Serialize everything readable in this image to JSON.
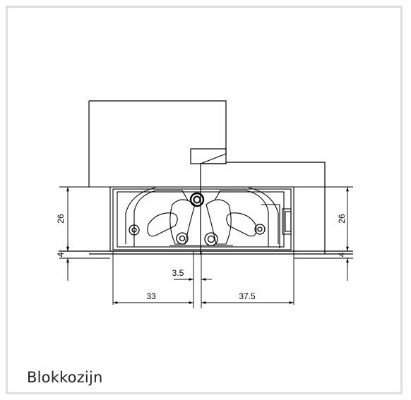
{
  "caption": "Blokkozijn",
  "dimensions": {
    "height_upper": "26",
    "height_lower": "4",
    "height_upper_right": "26",
    "height_lower_right": "4",
    "gap": "3.5",
    "width_left": "33",
    "width_right": "37.5"
  }
}
